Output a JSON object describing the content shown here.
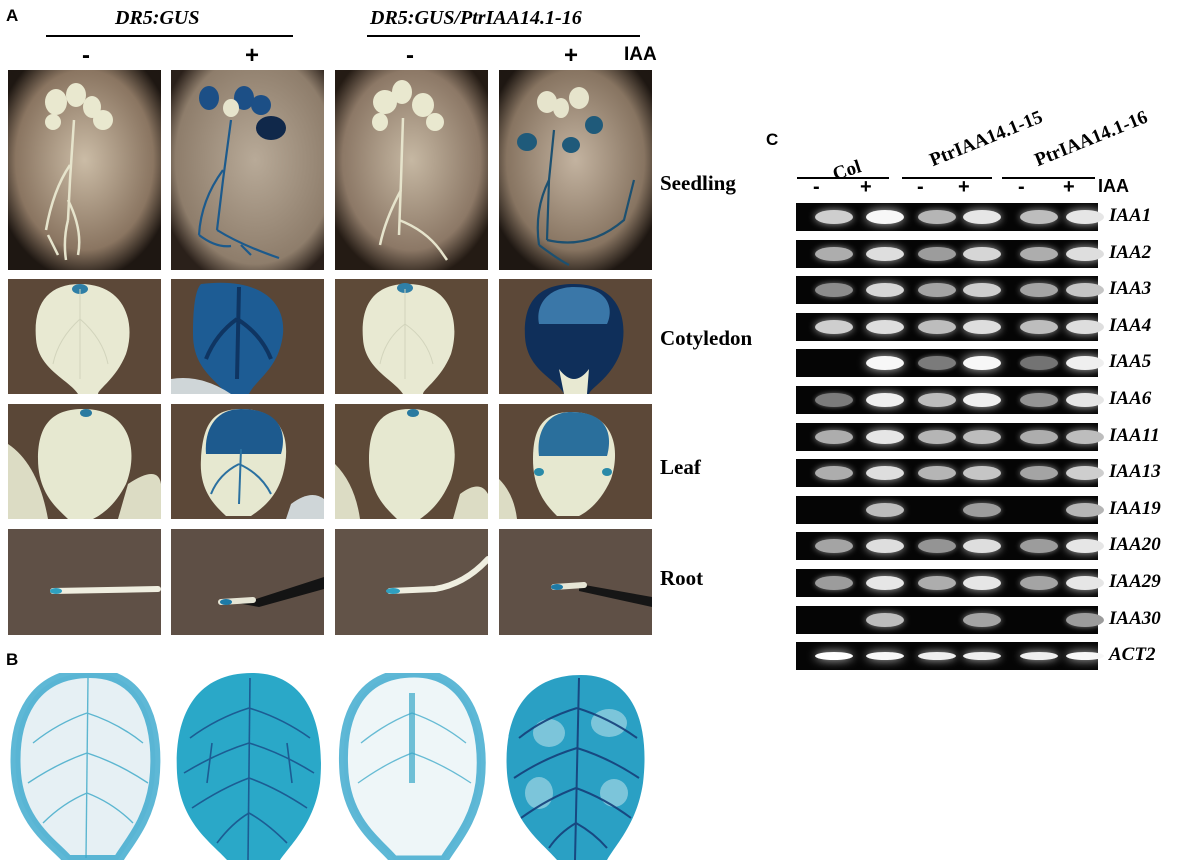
{
  "panels": {
    "a": "A",
    "b": "B",
    "c": "C"
  },
  "panel_a": {
    "genotypes": [
      "DR5:GUS",
      "DR5:GUS/PtrIAA14.1-16"
    ],
    "treatments": [
      "-",
      "+",
      "-",
      "+"
    ],
    "treatment_label": "IAA",
    "tissues": [
      "Seedling",
      "Cotyledon",
      "Leaf",
      "Root"
    ]
  },
  "panel_c": {
    "columns": [
      "Col",
      "PtrIAA14.1-15",
      "PtrIAA14.1-16"
    ],
    "treatments": [
      "-",
      "+",
      "-",
      "+",
      "-",
      "+"
    ],
    "treatment_label": "IAA",
    "genes": [
      "IAA1",
      "IAA2",
      "IAA3",
      "IAA4",
      "IAA5",
      "IAA6",
      "IAA11",
      "IAA13",
      "IAA19",
      "IAA20",
      "IAA29",
      "IAA30",
      "ACT2"
    ],
    "band_intensity": [
      [
        0.7,
        0.95,
        0.55,
        0.85,
        0.6,
        0.85
      ],
      [
        0.5,
        0.8,
        0.4,
        0.75,
        0.5,
        0.8
      ],
      [
        0.3,
        0.75,
        0.45,
        0.7,
        0.45,
        0.65
      ],
      [
        0.7,
        0.8,
        0.6,
        0.8,
        0.6,
        0.8
      ],
      [
        0.0,
        0.95,
        0.2,
        0.95,
        0.15,
        0.9
      ],
      [
        0.2,
        0.9,
        0.6,
        0.9,
        0.35,
        0.85
      ],
      [
        0.5,
        0.85,
        0.55,
        0.6,
        0.5,
        0.6
      ],
      [
        0.5,
        0.8,
        0.55,
        0.65,
        0.45,
        0.7
      ],
      [
        0.0,
        0.6,
        0.0,
        0.4,
        0.0,
        0.55
      ],
      [
        0.45,
        0.8,
        0.35,
        0.8,
        0.4,
        0.85
      ],
      [
        0.4,
        0.85,
        0.5,
        0.85,
        0.45,
        0.85
      ],
      [
        0.0,
        0.6,
        0.0,
        0.45,
        0.0,
        0.4
      ],
      [
        1.0,
        0.95,
        0.9,
        0.9,
        0.9,
        0.95
      ]
    ]
  },
  "colors": {
    "gus_blue": "#1f5f9c",
    "gus_deep": "#123a6b",
    "tissue_white": "#e8e8d2",
    "photo_brown": "#5e4a38",
    "bright_blue": "#2aa6c8"
  }
}
